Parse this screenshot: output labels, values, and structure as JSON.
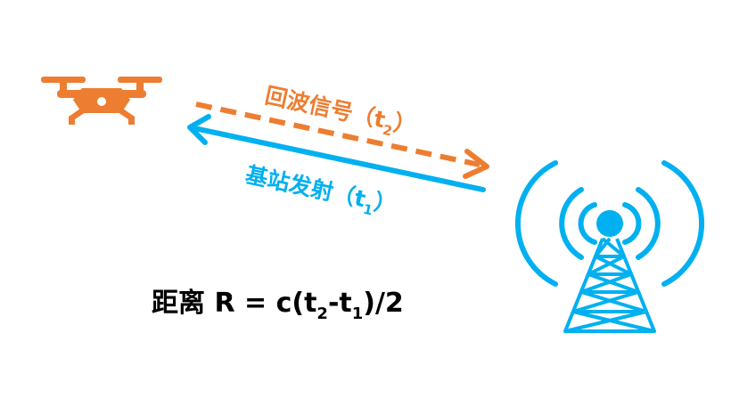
{
  "colors": {
    "drone": "#ED7D31",
    "tower": "#00B0F0",
    "echo": "#ED7D31",
    "transmit": "#00B0F0",
    "text": "#000000",
    "background": "#FFFFFF"
  },
  "icons": {
    "drone": "drone-icon",
    "tower": "signal-tower-icon"
  },
  "echo_label": {
    "text": "回波信号（t",
    "sub": "2",
    "close": "）"
  },
  "transmit_label": {
    "text": "基站发射（t",
    "sub": "1",
    "close": "）"
  },
  "formula": {
    "prefix": "距离 R = c(t",
    "sub1": "2",
    "mid": "-t",
    "sub2": "1",
    "suffix": ")/2"
  }
}
